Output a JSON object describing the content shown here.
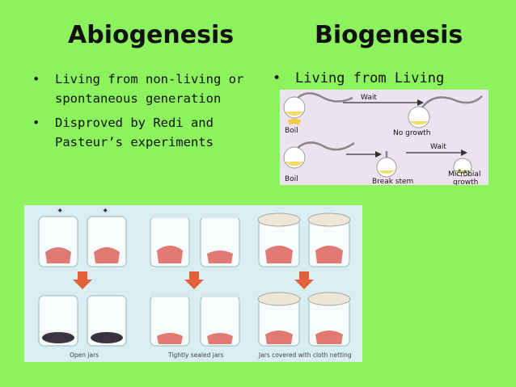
{
  "left": {
    "heading": "Abiogenesis",
    "bullets": [
      "Living from non-living or spontaneous generation",
      "Disproved by Redi and Pasteur’s experiments"
    ]
  },
  "right": {
    "heading": "Biogenesis",
    "bullets": [
      "Living from Living"
    ]
  },
  "pasteur_figure": {
    "labels": {
      "wait_1": "Wait",
      "boil_1": "Boil",
      "no_growth": "No growth",
      "wait_2": "Wait",
      "boil_2": "Boil",
      "break_stem": "Break stem",
      "microbial_1": "Microbial",
      "microbial_2": "growth"
    }
  },
  "redi_figure": {
    "captions": {
      "open": "Open jars",
      "sealed": "Tightly sealed jars",
      "netting": "Jars covered with cloth netting"
    }
  },
  "colors": {
    "background": "#8cf25e",
    "arrow": "#e0603a",
    "meat": "#e27a74",
    "jar": "#ffffff"
  }
}
